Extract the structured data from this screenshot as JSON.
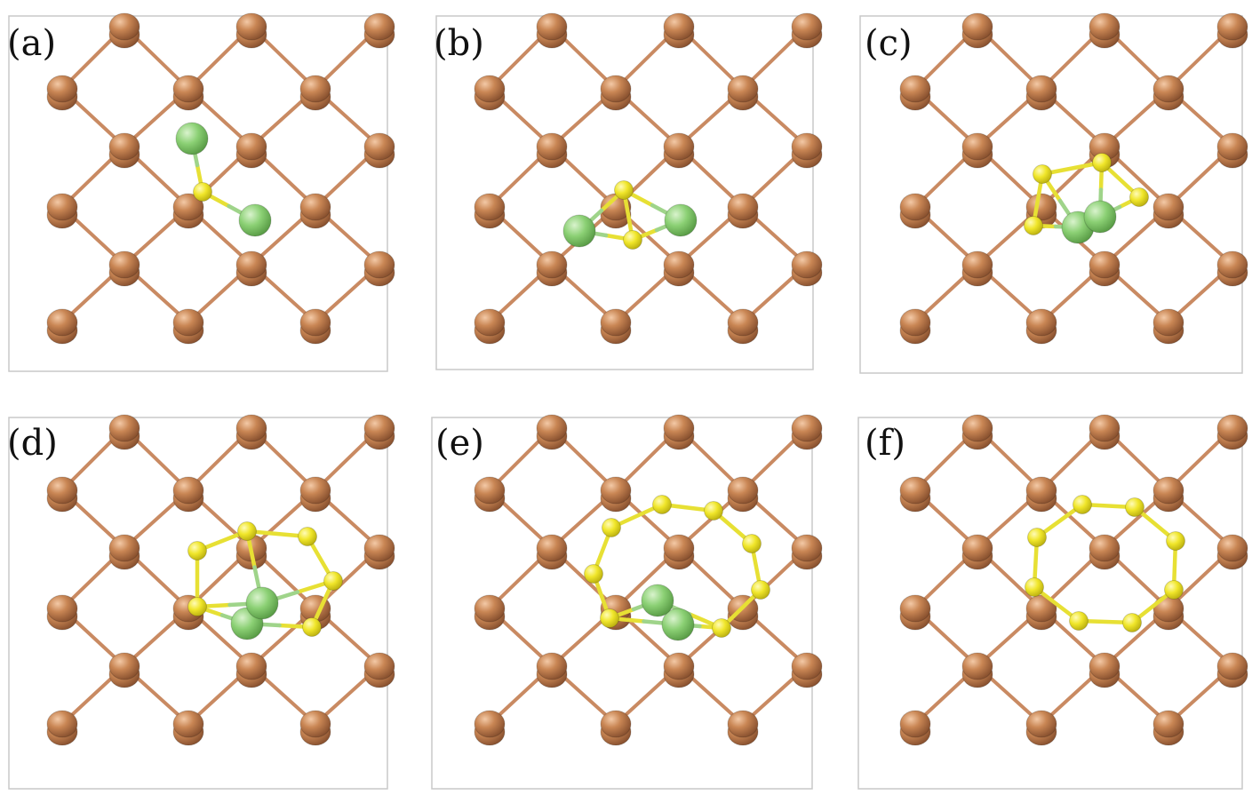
{
  "figure": {
    "colors": {
      "host_atom": "#b8764a",
      "host_bond": "#c98a62",
      "sulfur_atom": "#f2ea2e",
      "sulfur_bond": "#e7e034",
      "lithium_atom": "#86cd72",
      "lithium_bond": "#9fd48a",
      "frame": "#c8c8c8"
    },
    "panels": [
      {
        "label": "(a)",
        "cluster": "a"
      },
      {
        "label": "(b)",
        "cluster": "b"
      },
      {
        "label": "(c)",
        "cluster": "c"
      },
      {
        "label": "(d)",
        "cluster": "d"
      },
      {
        "label": "(e)",
        "cluster": "e"
      },
      {
        "label": "(f)",
        "cluster": "f"
      }
    ]
  }
}
